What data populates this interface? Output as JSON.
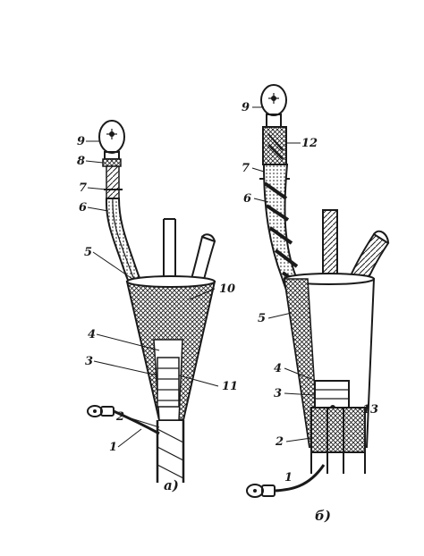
{
  "figures": [
    {
      "caption": "a)",
      "labels": [
        "9",
        "8",
        "7",
        "6",
        "5",
        "10",
        "4",
        "3",
        "11",
        "2",
        "1"
      ]
    },
    {
      "caption": "б)",
      "labels": [
        "9",
        "12",
        "7",
        "6",
        "5",
        "4",
        "3",
        "13",
        "2",
        "1"
      ]
    }
  ],
  "colors": {
    "ink": "#1a1a1a",
    "paper": "#ffffff"
  }
}
